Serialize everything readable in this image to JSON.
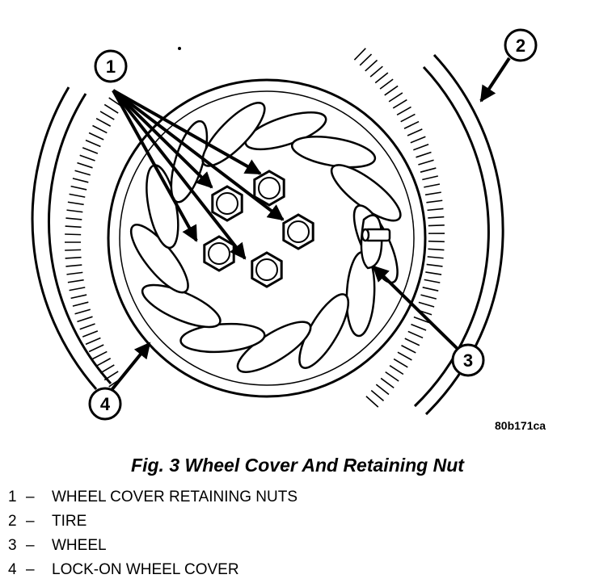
{
  "figure": {
    "callouts": [
      {
        "number": "1"
      },
      {
        "number": "2"
      },
      {
        "number": "3"
      },
      {
        "number": "4"
      }
    ],
    "reference_code": "80b171ca"
  },
  "caption": "Fig. 3 Wheel Cover And Retaining Nut",
  "legend": [
    {
      "number": "1",
      "dash": "–",
      "label": "WHEEL COVER RETAINING NUTS"
    },
    {
      "number": "2",
      "dash": "–",
      "label": "TIRE"
    },
    {
      "number": "3",
      "dash": "–",
      "label": "WHEEL"
    },
    {
      "number": "4",
      "dash": "–",
      "label": "LOCK-ON WHEEL COVER"
    }
  ]
}
